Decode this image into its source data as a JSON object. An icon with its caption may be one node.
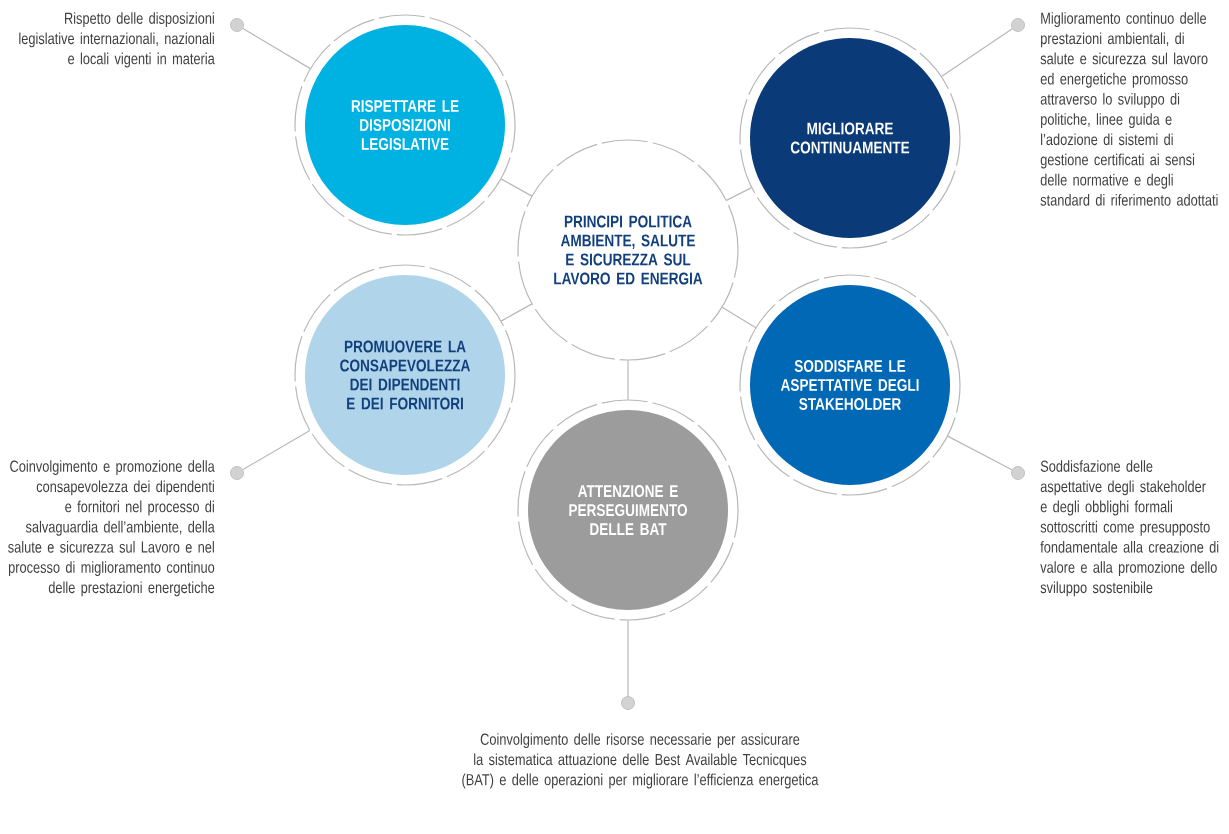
{
  "diagram": {
    "nodes": [
      {
        "text": [
          "PRINCIPI POLITICA AMBIENTE, SALUTE E SICUREZZA SUL LAVORO ED ENERGIA"
        ]
      },
      {
        "text": [
          "RISPETTARE LE DISPOSIZIONI LEGISLATIVE"
        ]
      },
      {
        "text": [
          "MIGLIORARE CONTINUAMENTE"
        ]
      },
      {
        "text": [
          "PROMUOVERE LA CONSAPEVOLEZZA DEI DIPENDENTI E DEI FORNITORI"
        ]
      },
      {
        "text": [
          "SODDISFARE LE ASPETTATIVE DEGLI STAKEHOLDER"
        ]
      },
      {
        "text": [
          "ATTENZIONE E PERSEGUIMENTO DELLE BAT"
        ]
      },
      {
        "text": [],
        "shape": "circle",
        "beside": [
          "Rispetto delle disposizioni legislative internazionali, nazionali e locali vigenti in materia"
        ]
      },
      {
        "text": [],
        "shape": "circle",
        "beside": [
          "Miglioramento continuo delle prestazioni ambientali, di salute e sicurezza sul lavoro ed energetiche promosso attraverso lo sviluppo di politiche, linee guida e l’adozione di sistemi di gestione certificati ai sensi delle normative e degli standard di riferimento adottati"
        ]
      },
      {
        "text": [],
        "shape": "circle",
        "beside": [
          "Coinvolgimento e promozione della consapevolezza dei dipendenti e fornitori nel processo di salvaguardia dell’ambiente, della salute e sicurezza sul Lavoro e nel processo di miglioramento continuo delle prestazioni energetiche"
        ]
      },
      {
        "text": [],
        "shape": "circle",
        "beside": [
          "Soddisfazione delle aspettative degli stakeholder e degli obblighi formali sottoscritti come presupposto fondamentale alla creazione di valore e alla promozione dello sviluppo sostenibile"
        ]
      },
      {
        "text": [],
        "shape": "circle",
        "beside": [
          "Coinvolgimento delle risorse necessarie per assicurare la sistematica attuazione delle Best Available Tecnicques (BAT) e delle operazioni per migliorare l’efficienza energetica"
        ]
      }
    ],
    "edges": [
      {
        "from": 0,
        "to": 1,
        "arrow": "none"
      },
      {
        "from": 0,
        "to": 2,
        "arrow": "none"
      },
      {
        "from": 0,
        "to": 3,
        "arrow": "none"
      },
      {
        "from": 0,
        "to": 4,
        "arrow": "none"
      },
      {
        "from": 0,
        "to": 5,
        "arrow": "none"
      },
      {
        "from": 1,
        "to": 6,
        "arrow": "none"
      },
      {
        "from": 2,
        "to": 7,
        "arrow": "none"
      },
      {
        "from": 3,
        "to": 8,
        "arrow": "none"
      },
      {
        "from": 4,
        "to": 9,
        "arrow": "none"
      },
      {
        "from": 5,
        "to": 10,
        "arrow": "none"
      }
    ]
  }
}
